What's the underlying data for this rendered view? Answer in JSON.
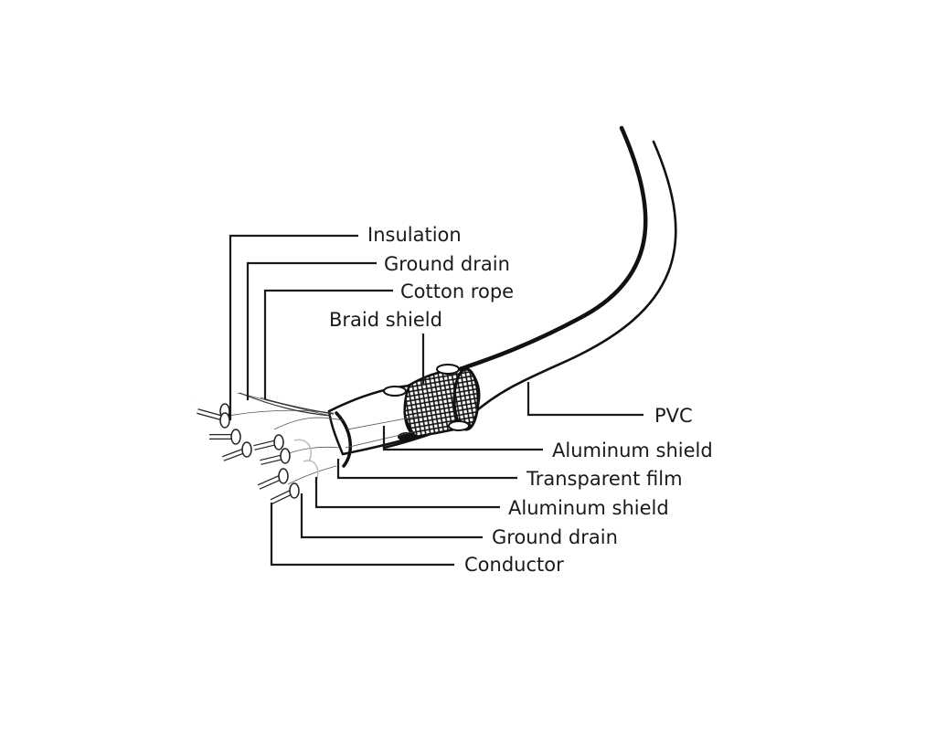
{
  "diagram": {
    "subject": "Shielded multi-pair cable cross-section",
    "labels": {
      "insulation": "Insulation",
      "ground_drain_top": "Ground drain",
      "cotton_rope": "Cotton rope",
      "braid_shield": "Braid shield",
      "pvc": "PVC",
      "aluminum_shield_outer": "Aluminum shield",
      "transparent_film": "Transparent film",
      "aluminum_shield_inner": "Aluminum shield",
      "ground_drain_bottom": "Ground drain",
      "conductor": "Conductor"
    },
    "colors": {
      "ink": "#1a1a1a",
      "background": "#ffffff"
    }
  }
}
